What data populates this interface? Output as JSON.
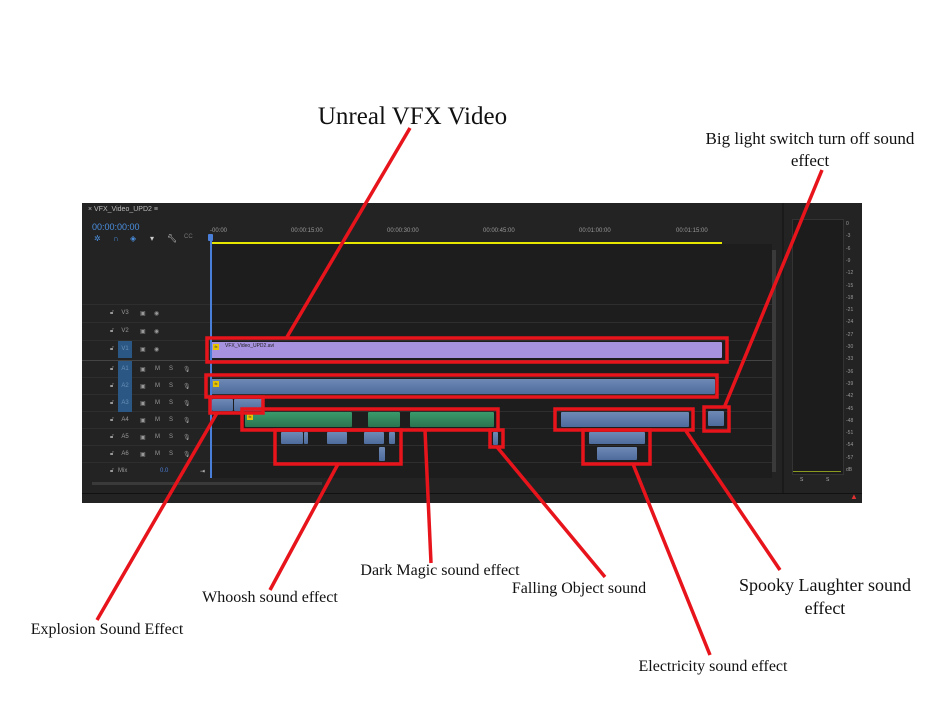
{
  "sequence": {
    "tab_title": "VFX_Video_UPD2",
    "timecode": "00:00:00:00"
  },
  "ruler": [
    "-00:00",
    "00:00:15:00",
    "00:00:30:00",
    "00:00:45:00",
    "00:01:00:00",
    "00:01:15:00"
  ],
  "tracks": {
    "v": [
      "V3",
      "V2",
      "V1"
    ],
    "a": [
      "A1",
      "A2",
      "A3",
      "A4",
      "A5",
      "A6"
    ],
    "mix": "Mix",
    "mix_value": "0.0",
    "m": "M",
    "s": "S"
  },
  "clips": {
    "video": "VFX_Video_UPD2.avi",
    "fx": "fx"
  },
  "meter": {
    "ticks": [
      "0",
      "-3",
      "-6",
      "-9",
      "-12",
      "-15",
      "-18",
      "-21",
      "-24",
      "-27",
      "-30",
      "-33",
      "-36",
      "-39",
      "-42",
      "-45",
      "-48",
      "-51",
      "-54",
      "-57",
      "dB"
    ],
    "solo": "S"
  },
  "annotations": {
    "title": "Unreal VFX Video",
    "light_switch": "Big light switch turn off sound effect",
    "explosion": "Explosion Sound Effect",
    "whoosh": "Whoosh sound effect",
    "dark_magic": "Dark Magic sound effect",
    "falling": "Falling Object sound",
    "spooky": "Spooky Laughter sound effect",
    "electricity": "Electricity sound effect"
  },
  "colors": {
    "annotation": "#e8141c",
    "playhead": "#4a7fd9",
    "video_clip": "#a792df"
  }
}
